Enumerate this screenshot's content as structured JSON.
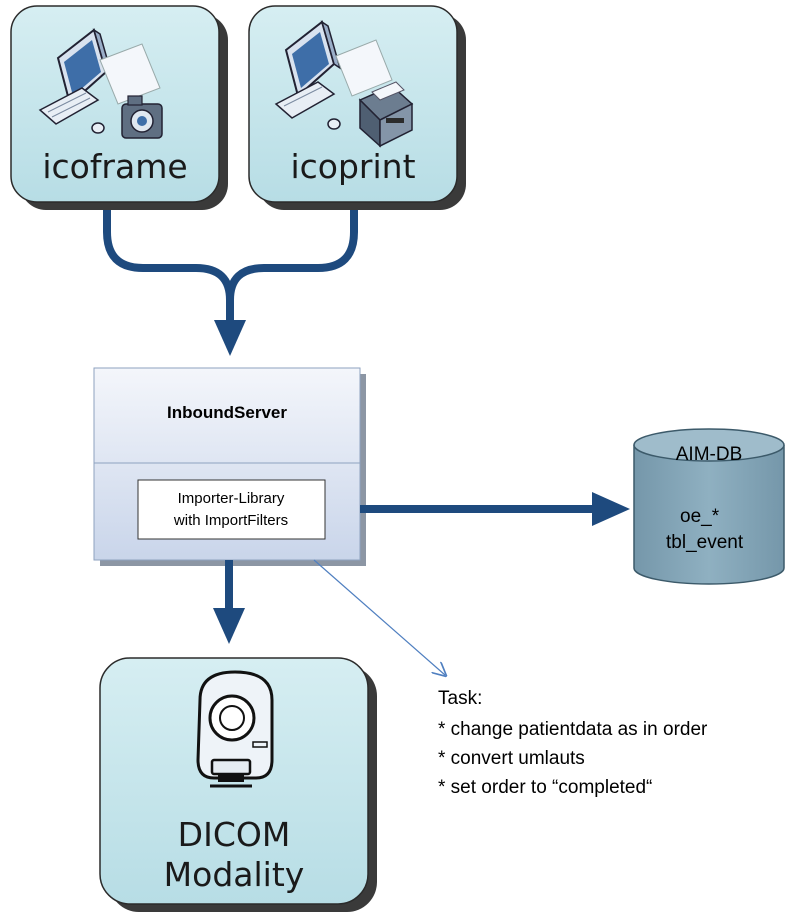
{
  "nodes": {
    "icoframe": {
      "label": "icoframe"
    },
    "icoprint": {
      "label": "icoprint"
    },
    "inbound_server": {
      "title": "InboundServer",
      "library_line1": "Importer-Library",
      "library_line2": "with ImportFilters"
    },
    "database": {
      "name": "AIM-DB",
      "tables": [
        "oe_*",
        "tbl_event"
      ]
    },
    "dicom": {
      "line1": "DICOM",
      "line2": "Modality"
    }
  },
  "note": {
    "heading": "Task:",
    "items": [
      "* change patientdata as in order",
      "* convert umlauts",
      "* set order to “completed“"
    ]
  },
  "colors": {
    "node_fill": "#cde9ee",
    "node_stroke": "#2b2b2b",
    "arrow": "#1e4a7e",
    "db_fill": "#7fa3b5",
    "server_fill": "#e4ecf6",
    "thin_arrow": "#4f7fc0"
  }
}
